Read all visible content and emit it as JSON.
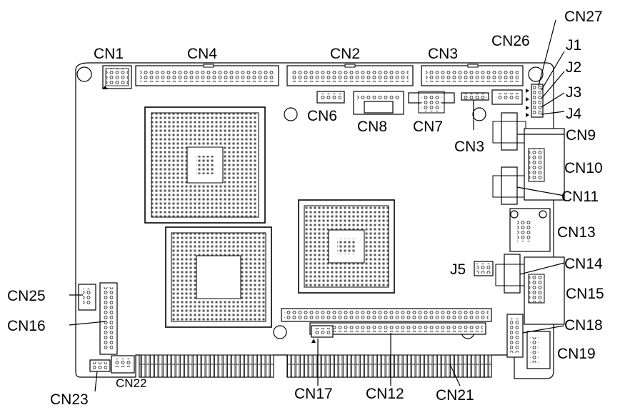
{
  "labels": {
    "cn1": "CN1",
    "cn2": "CN2",
    "cn3_top": "CN3",
    "cn3_mid": "CN3",
    "cn4": "CN4",
    "cn6": "CN6",
    "cn7": "CN7",
    "cn8": "CN8",
    "cn9": "CN9",
    "cn10": "CN10",
    "cn11": "CN11",
    "cn12": "CN12",
    "cn13": "CN13",
    "cn14": "CN14",
    "cn15": "CN15",
    "cn16": "CN16",
    "cn17": "CN17",
    "cn18": "CN18",
    "cn19": "CN19",
    "cn21": "CN21",
    "cn22": "CN22",
    "cn23": "CN23",
    "cn25": "CN25",
    "cn26": "CN26",
    "cn27": "CN27",
    "j1": "J1",
    "j2": "J2",
    "j3": "J3",
    "j4": "J4",
    "j5": "J5"
  }
}
